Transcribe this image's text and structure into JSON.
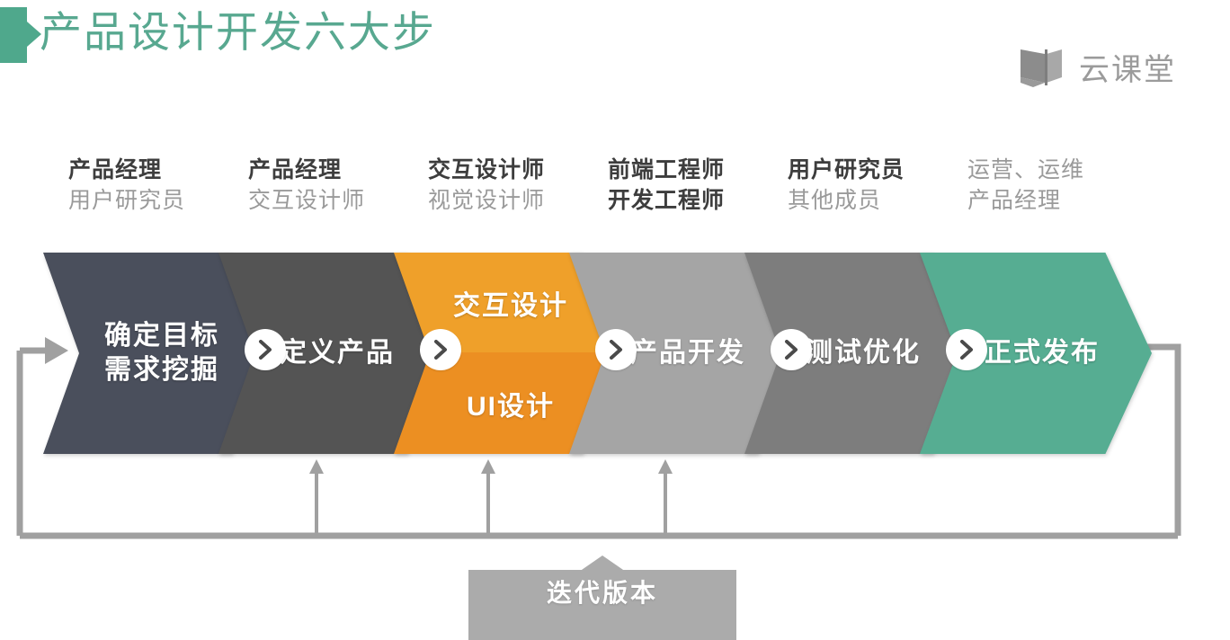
{
  "header": {
    "title": "产品设计开发六大步",
    "title_color": "#58A890",
    "marker_color": "#4FA88C",
    "brand_text": "云课堂",
    "brand_icon": "book-screen-icon",
    "brand_color": "#9B9B9B"
  },
  "roles": [
    {
      "primary": "产品经理",
      "secondary": "用户研究员",
      "primary_bold": true,
      "secondary_bold": false
    },
    {
      "primary": "产品经理",
      "secondary": "交互设计师",
      "primary_bold": true,
      "secondary_bold": false
    },
    {
      "primary": "交互设计师",
      "secondary": "视觉设计师",
      "primary_bold": true,
      "secondary_bold": false
    },
    {
      "primary": "前端工程师",
      "secondary": "开发工程师",
      "primary_bold": true,
      "secondary_bold": true
    },
    {
      "primary": "用户研究员",
      "secondary": "其他成员",
      "primary_bold": true,
      "secondary_bold": false
    },
    {
      "primary": "运营、运维",
      "secondary": "产品经理",
      "primary_bold": false,
      "secondary_bold": false
    }
  ],
  "steps": [
    {
      "lines": [
        "确定目标",
        "需求挖掘"
      ],
      "color": "#4A4F5C",
      "split": false
    },
    {
      "lines": [
        "定义产品"
      ],
      "color": "#545454",
      "split": false
    },
    {
      "lines": [
        "交互设计",
        "UI设计"
      ],
      "color": "#EFA02A",
      "color_bottom": "#EC8F22",
      "split": true
    },
    {
      "lines": [
        "产品开发"
      ],
      "color": "#A5A5A5",
      "split": false
    },
    {
      "lines": [
        "测试优化"
      ],
      "color": "#7D7D7D",
      "split": false
    },
    {
      "lines": [
        "正式发布"
      ],
      "color": "#56AD92",
      "split": false
    }
  ],
  "connectors": {
    "count": 5,
    "icon": "chevron-right-icon",
    "badge_bg": "#FFFFFF",
    "chevron_color": "#4A4A4A"
  },
  "feedback": {
    "line_color": "#A0A0A0",
    "iteration_label": "迭代版本",
    "iteration_box_color": "#ABABAB",
    "riser_count": 3
  }
}
